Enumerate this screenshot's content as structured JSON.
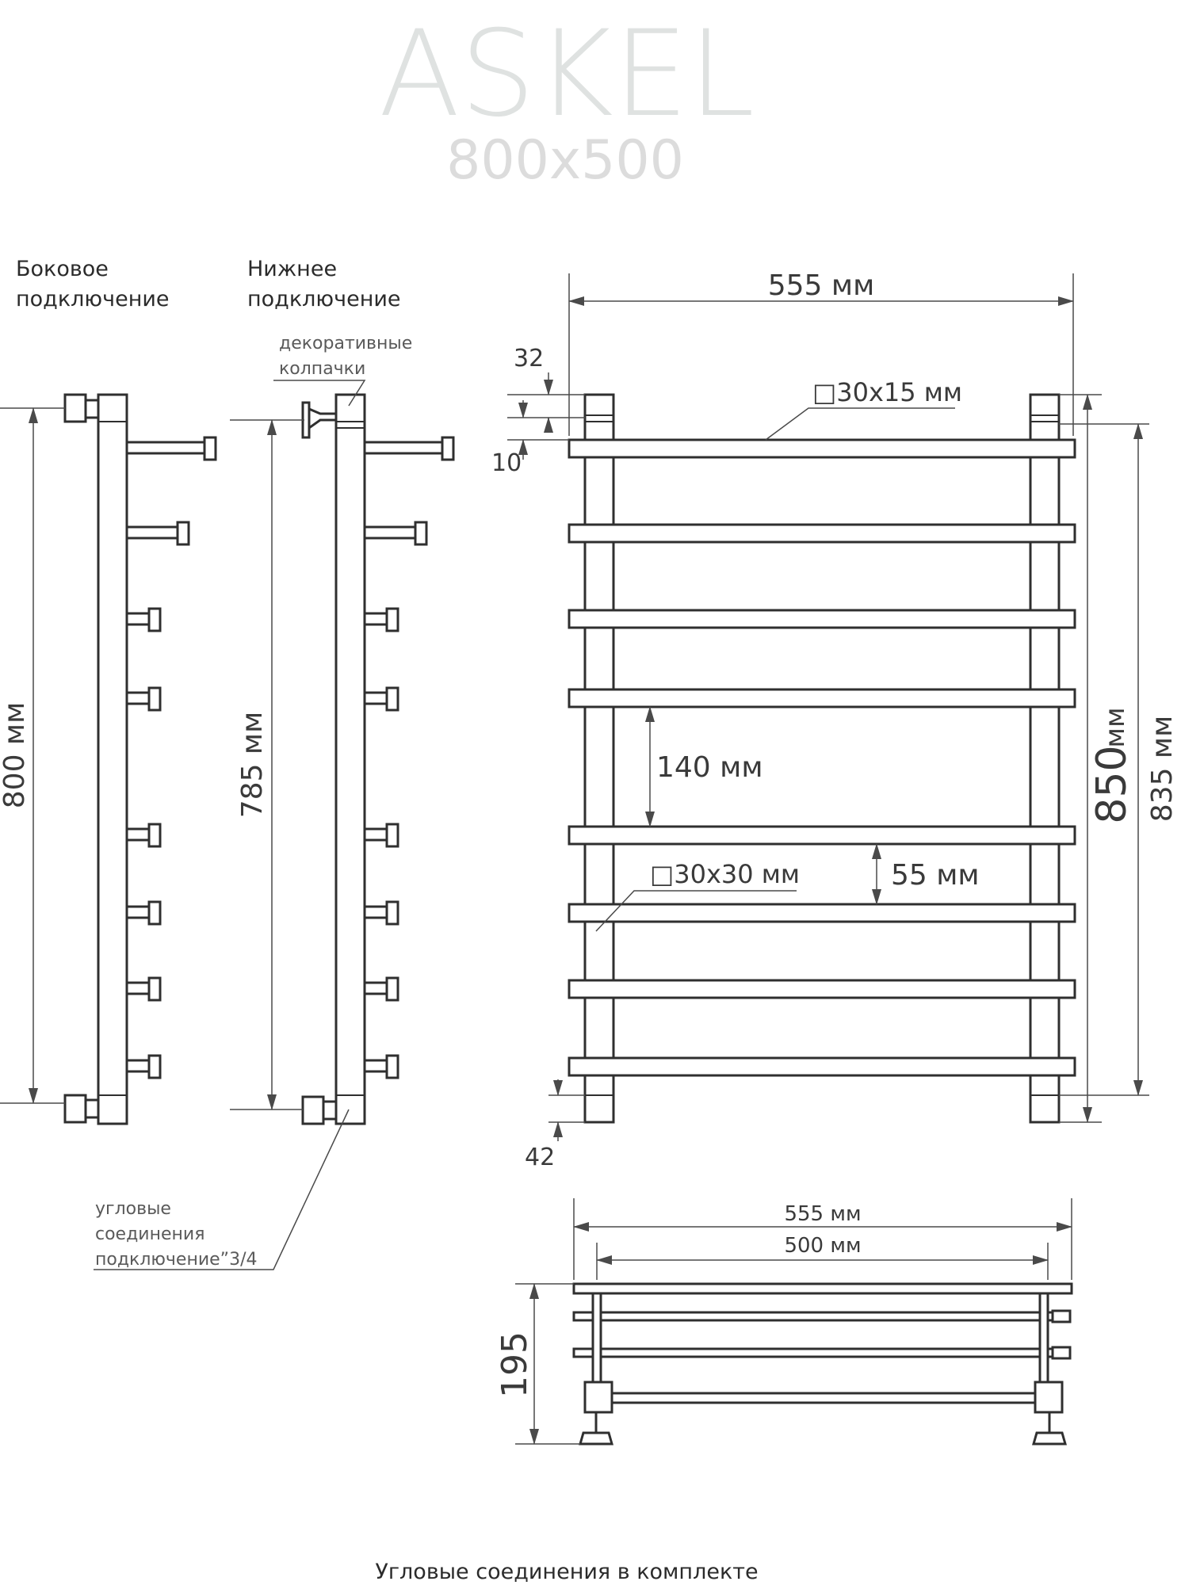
{
  "title": "ASKEL",
  "subtitle": "800x500",
  "side_connection": {
    "line1": "Боковое",
    "line2": "подключение"
  },
  "bottom_connection": {
    "line1": "Нижнее",
    "line2": "подключение"
  },
  "caps": {
    "line1": "декоративные",
    "line2": "колпачки"
  },
  "corner": {
    "line1": "угловые",
    "line2": "соединения",
    "line3": "подключение”3/4"
  },
  "dims": {
    "side_height": "800 мм",
    "bottom_height": "785 мм",
    "width_top": "555 мм",
    "d32": "32",
    "d10": "10",
    "d42": "42",
    "bar_profile": "□30x15 мм",
    "post_profile": "□30x30 мм",
    "spacing_large": "140 мм",
    "spacing_small": "55 мм",
    "h850": "850",
    "h850_unit": "мм",
    "h835": "835 мм",
    "plan_width": "555 мм",
    "plan_inner": "500 мм",
    "depth": "195"
  },
  "footer": "Угловые соединения в комплекте"
}
